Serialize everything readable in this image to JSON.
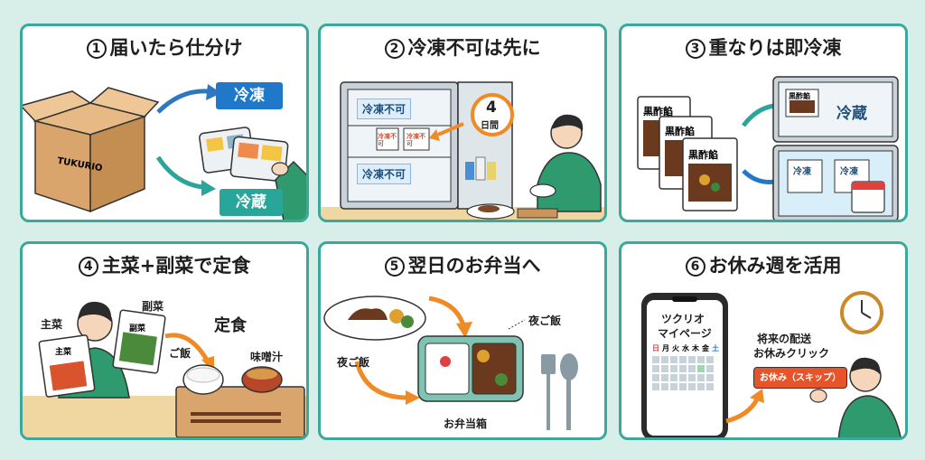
{
  "panels": [
    {
      "num": "1",
      "title": "届いたら仕分け",
      "box_label": "TUKURIO",
      "sign_frozen": "冷凍",
      "sign_fridge": "冷蔵"
    },
    {
      "num": "2",
      "title": "冷凍不可は先に",
      "shelf_top": "冷凍不可",
      "shelf_bottom": "冷凍不可",
      "badge_num": "4",
      "badge_unit": "日間",
      "pack_a": "冷凍不可",
      "pack_b": "冷凍不可"
    },
    {
      "num": "3",
      "title": "重なりは即冷凍",
      "pack_label": "黒酢餡",
      "fridge_label": "冷蔵",
      "freezer_a": "冷凍",
      "freezer_b": "冷凍"
    },
    {
      "num": "4",
      "title": "主菜+副菜で定食",
      "main_label": "主菜",
      "side_label": "副菜",
      "set_label": "定食",
      "rice_label": "ご飯",
      "soup_label": "味噌汁"
    },
    {
      "num": "5",
      "title": "翌日のお弁当へ",
      "dinner_right": "夜ご飯",
      "dinner_left": "夜ご飯",
      "bento_label": "お弁当箱"
    },
    {
      "num": "6",
      "title": "お休み週を活用",
      "app_title_1": "ツクリオ",
      "app_title_2": "マイページ",
      "weekdays": [
        "日",
        "月",
        "火",
        "水",
        "木",
        "金",
        "土"
      ],
      "note_1": "将来の配送",
      "note_2": "お休みクリック",
      "skip_button": "お休み（スキップ）"
    }
  ],
  "colors": {
    "teal": "#3aa89a",
    "blue": "#1f78c8",
    "green": "#2e9a6e",
    "orange": "#f08a24",
    "bg": "#d8efe9"
  }
}
